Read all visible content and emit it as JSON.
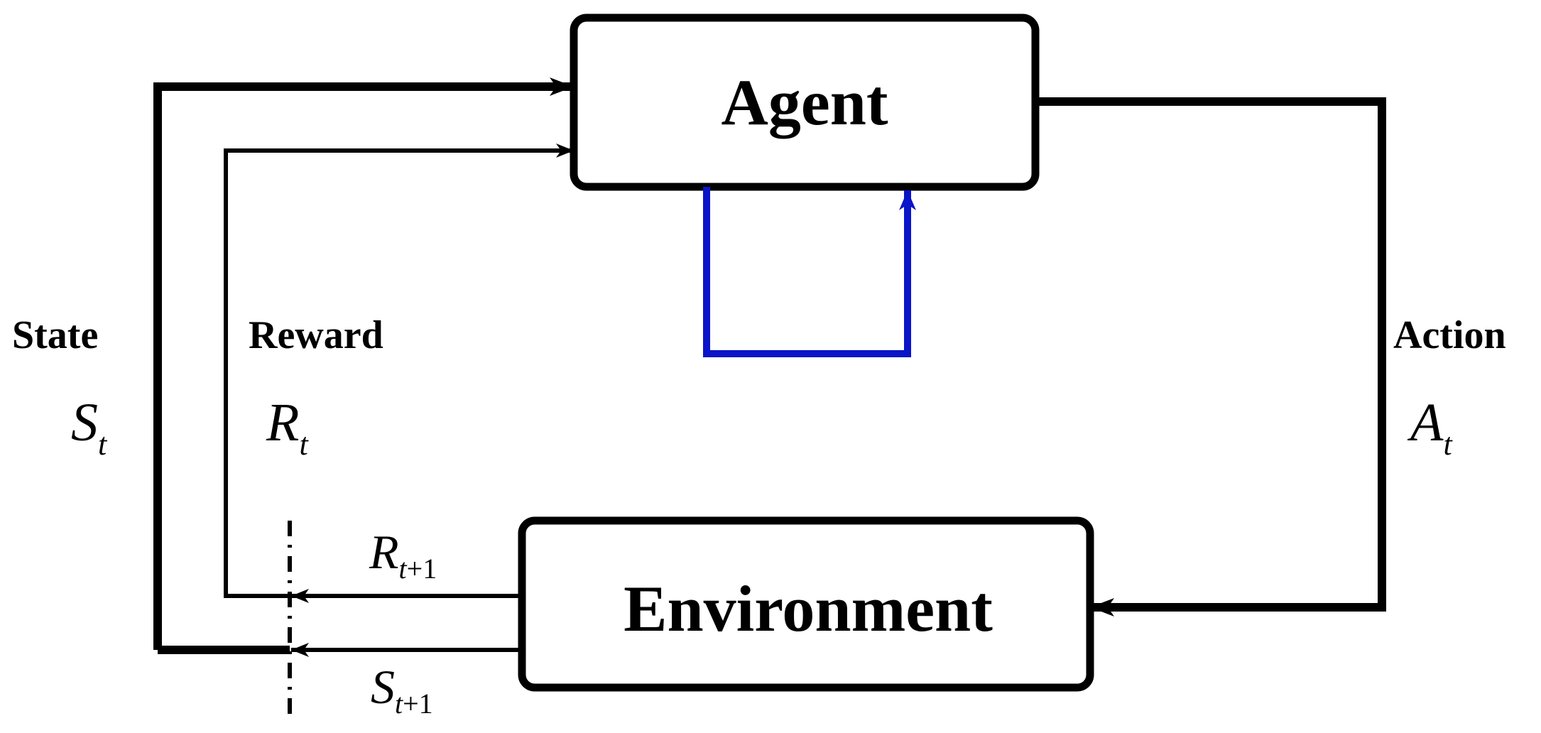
{
  "colors": {
    "stroke": "#000000",
    "loop": "#0a14c8",
    "background": "#ffffff"
  },
  "nodes": {
    "agent": {
      "label": "Agent"
    },
    "environment": {
      "label": "Environment"
    }
  },
  "labels": {
    "state": "State",
    "reward": "Reward",
    "action": "Action"
  },
  "symbols": {
    "state": {
      "base": "S",
      "sub": "t"
    },
    "reward": {
      "base": "R",
      "sub": "t"
    },
    "action": {
      "base": "A",
      "sub": "t"
    },
    "next_reward": {
      "base": "R",
      "sub_var": "t",
      "sub_rest": "+1"
    },
    "next_state": {
      "base": "S",
      "sub_var": "t",
      "sub_rest": "+1"
    }
  }
}
